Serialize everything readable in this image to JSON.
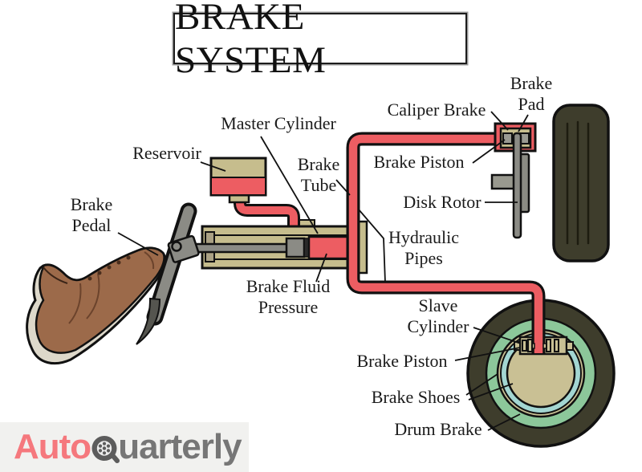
{
  "title": "BRAKE SYSTEM",
  "labels": {
    "brake_pad": {
      "line1": "Brake",
      "line2": "Pad"
    },
    "caliper_brake": {
      "line1": "Caliper Brake"
    },
    "brake_piston_top": {
      "line1": "Brake Piston"
    },
    "disk_rotor": {
      "line1": "Disk Rotor"
    },
    "master_cylinder": {
      "line1": "Master Cylinder"
    },
    "reservoir": {
      "line1": "Reservoir"
    },
    "brake_tube": {
      "line1": "Brake",
      "line2": "Tube"
    },
    "brake_pedal": {
      "line1": "Brake",
      "line2": "Pedal"
    },
    "brake_fluid_pressure": {
      "line1": "Brake Fluid",
      "line2": "Pressure"
    },
    "hydraulic_pipes": {
      "line1": "Hydraulic",
      "line2": "Pipes"
    },
    "slave_cylinder": {
      "line1": "Slave",
      "line2": "Cylinder"
    },
    "brake_piston_bottom": {
      "line1": "Brake Piston"
    },
    "brake_shoes": {
      "line1": "Brake Shoes"
    },
    "drum_brake": {
      "line1": "Drum Brake"
    }
  },
  "logo": {
    "part1": "Auto",
    "part2": "uarterly",
    "accent_color": "#f5787d",
    "text_color": "#767676"
  },
  "colors": {
    "pipe_red": "#ed5d62",
    "component_tan": "#c6bd8d",
    "metal_gray": "#8b8b85",
    "tire_olive": "#3e3d2c",
    "drum_green": "#8cc79a",
    "brake_shoe_cyan": "#a3d6d2",
    "shoe_brown": "#9c6a4a",
    "sole_cream": "#ddd8ca"
  }
}
